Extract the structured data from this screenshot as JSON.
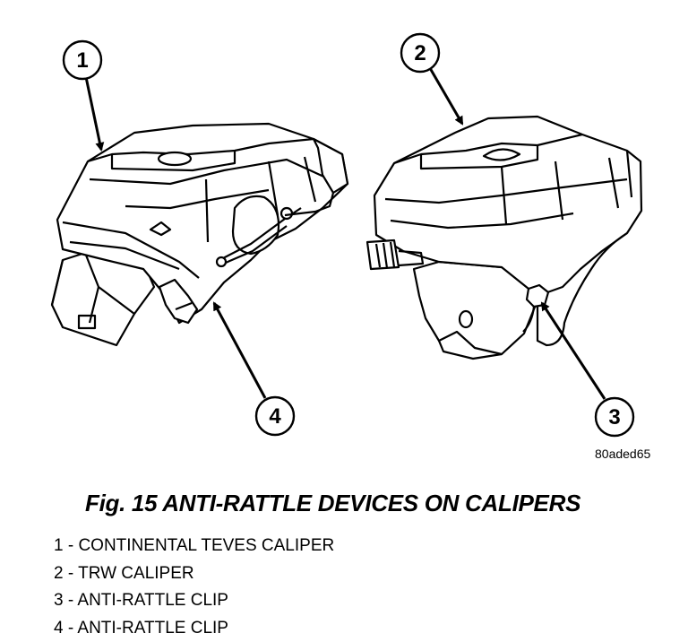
{
  "figure": {
    "id_code": "80aded65",
    "callouts": [
      {
        "number": "1",
        "label": "CONTINENTAL TEVES CALIPER"
      },
      {
        "number": "2",
        "label": "TRW CALIPER"
      },
      {
        "number": "3",
        "label": "ANTI-RATTLE CLIP"
      },
      {
        "number": "4",
        "label": "ANTI-RATTLE CLIP"
      }
    ]
  },
  "caption": "Fig. 15 ANTI-RATTLE DEVICES ON CALIPERS",
  "legend": [
    "1 - CONTINENTAL TEVES CALIPER",
    "2 - TRW CALIPER",
    "3 - ANTI-RATTLE CLIP",
    "4 - ANTI-RATTLE CLIP"
  ]
}
